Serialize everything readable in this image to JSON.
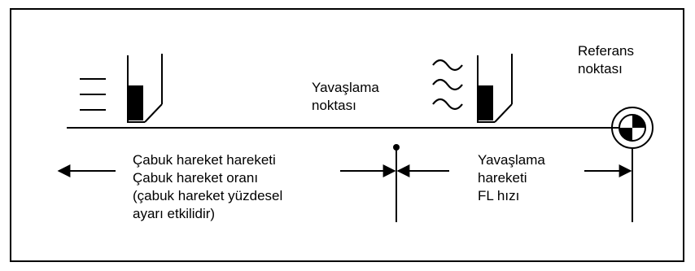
{
  "colors": {
    "line": "#000000",
    "background": "#ffffff"
  },
  "labels": {
    "slowdown_point": [
      "Yavaşlama",
      "noktası"
    ],
    "reference_point": [
      "Referans",
      "noktası"
    ],
    "rapid_motion": [
      "Çabuk hareket hareketi",
      "Çabuk hareket oranı",
      "(çabuk hareket yüzdesel",
      "ayarı etkilidir)"
    ],
    "slowdown_motion": [
      "Yavaşlama",
      "hareketi",
      "FL hızı"
    ]
  }
}
